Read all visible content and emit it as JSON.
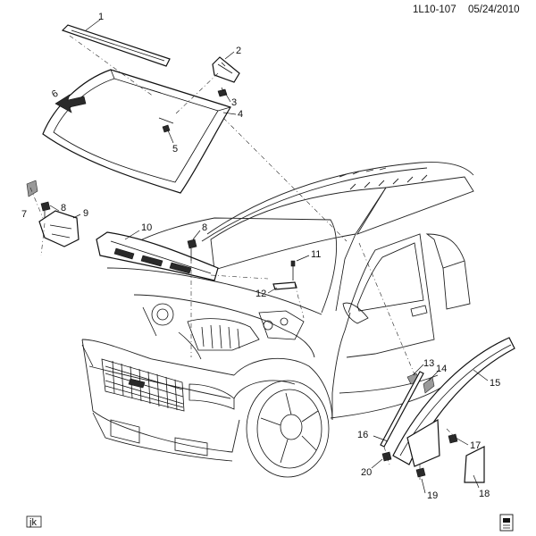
{
  "diagram": {
    "code": "1L10-107",
    "date": "05/24/2010",
    "corner_mark": "jk",
    "arrow_label": "6",
    "callouts": [
      {
        "n": "1"
      },
      {
        "n": "2"
      },
      {
        "n": "3"
      },
      {
        "n": "4"
      },
      {
        "n": "5"
      },
      {
        "n": "6"
      },
      {
        "n": "7"
      },
      {
        "n": "8"
      },
      {
        "n": "9"
      },
      {
        "n": "10"
      },
      {
        "n": "8"
      },
      {
        "n": "11"
      },
      {
        "n": "12"
      },
      {
        "n": "13"
      },
      {
        "n": "14"
      },
      {
        "n": "15"
      },
      {
        "n": "16"
      },
      {
        "n": "17"
      },
      {
        "n": "18"
      },
      {
        "n": "19"
      },
      {
        "n": "20"
      }
    ]
  }
}
